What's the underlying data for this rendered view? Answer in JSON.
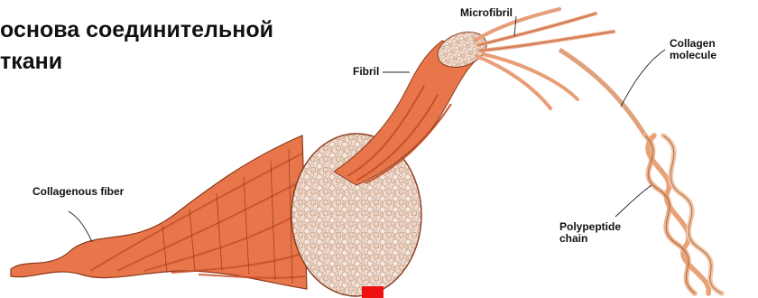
{
  "title": {
    "line1": "основа соединительной",
    "line2": "ткани"
  },
  "labels": {
    "microfibril": "Microfibril",
    "fibril": "Fibril",
    "collagen_molecule_line1": "Collagen",
    "collagen_molecule_line2": "molecule",
    "collagenous_fiber": "Collagenous fiber",
    "polypeptide_line1": "Polypeptide",
    "polypeptide_line2": "chain"
  },
  "colors": {
    "fiber_orange": "#e8764a",
    "fiber_dark": "#c9502a",
    "fibril_section": "#f2d7c6",
    "helix": "#f0b48e",
    "accent_red": "#ee1111"
  }
}
